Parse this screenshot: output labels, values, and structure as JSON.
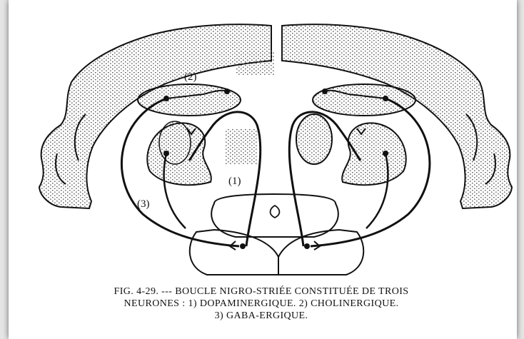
{
  "labels": {
    "n2": "(2)",
    "n1": "(1)",
    "n3": "(3)"
  },
  "caption": {
    "line1": "FIG. 4-29. --- BOUCLE NIGRO-STRIÉE CONSTITUÉE DE TROIS",
    "line2": "NEURONES : 1) DOPAMINERGIQUE. 2) CHOLINERGIQUE.",
    "line3": "3) GABA-ERGIQUE."
  },
  "colors": {
    "ink": "#111111",
    "stipple": "#555555",
    "paper": "#ffffff"
  }
}
